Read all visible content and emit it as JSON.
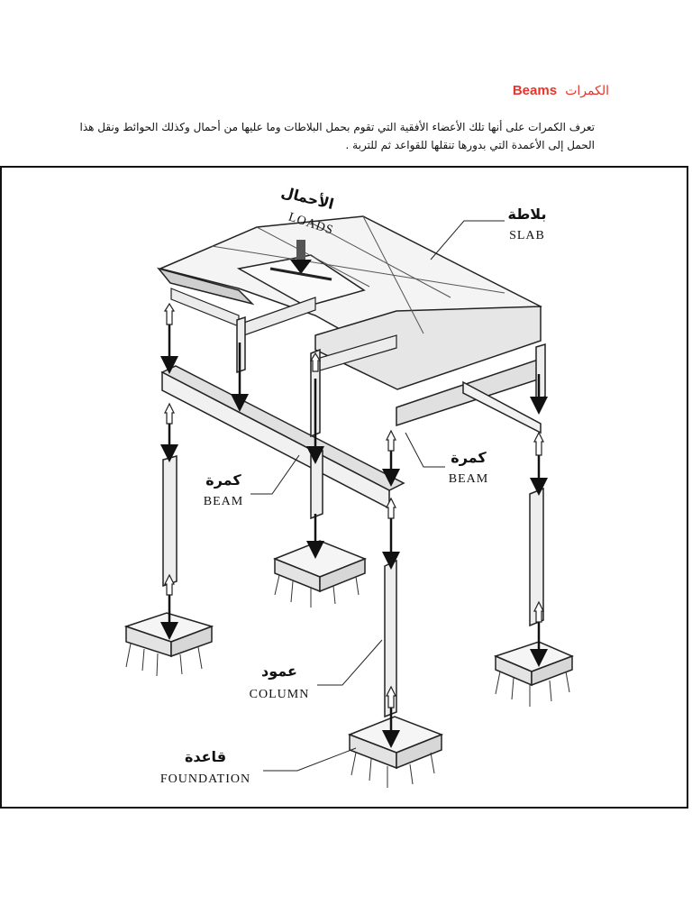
{
  "heading": {
    "en": "Beams",
    "ar": "الكمرات"
  },
  "intro": {
    "line1": "تعرف الكمرات على أنها تلك الأعضاء الأفقية التي تقوم بحمل البلاطات وما عليها من أحمال وكذلك الحوائط ونقل هذا",
    "line2": "الحمل إلى الأعمدة التي بدورها تنقلها للقواعد ثم للتربة ."
  },
  "figure": {
    "loads": {
      "ar": "الأحمال",
      "en": "LOADS"
    },
    "slab": {
      "ar": "بلاطة",
      "en": "SLAB"
    },
    "beam_right": {
      "ar": "كمرة",
      "en": "BEAM"
    },
    "beam_left": {
      "ar": "كمرة",
      "en": "BEAM"
    },
    "column": {
      "ar": "عمود",
      "en": "COLUMN"
    },
    "foundation": {
      "ar": "قاعدة",
      "en": "FOUNDATION"
    }
  }
}
